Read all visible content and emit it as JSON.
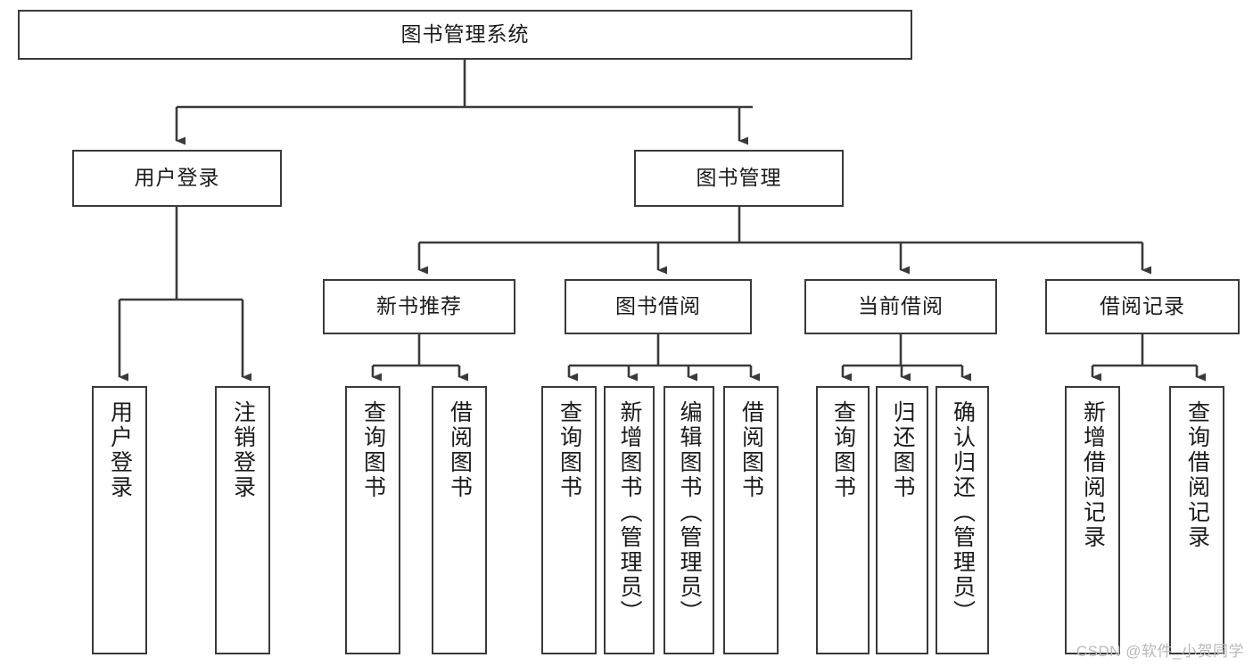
{
  "diagram": {
    "title": "图书管理系统",
    "type": "tree-hierarchy-chart",
    "colors": {
      "box_border": "#3a3a3a",
      "box_fill": "#ffffff",
      "connector": "#3a3a3a",
      "text": "#1b1b1b",
      "watermark": "#b9b9b9",
      "background": "#ffffff"
    },
    "root": {
      "id": "root",
      "label": "图书管理系统"
    },
    "level2": [
      {
        "id": "user-login",
        "label": "用户登录"
      },
      {
        "id": "book-management",
        "label": "图书管理"
      }
    ],
    "level3": [
      {
        "id": "new-book-recommend",
        "label": "新书推荐",
        "parent": "book-management"
      },
      {
        "id": "book-borrow",
        "label": "图书借阅",
        "parent": "book-management"
      },
      {
        "id": "current-borrow",
        "label": "当前借阅",
        "parent": "book-management"
      },
      {
        "id": "borrow-record",
        "label": "借阅记录",
        "parent": "book-management"
      }
    ],
    "leaves": [
      {
        "id": "leaf-user-login",
        "label": "用户登录",
        "parent": "user-login"
      },
      {
        "id": "leaf-logout-login",
        "label": "注销登录",
        "parent": "user-login"
      },
      {
        "id": "leaf-query-book-1",
        "label": "查询图书",
        "parent": "new-book-recommend"
      },
      {
        "id": "leaf-borrow-book-1",
        "label": "借阅图书",
        "parent": "new-book-recommend"
      },
      {
        "id": "leaf-query-book-2",
        "label": "查询图书",
        "parent": "book-borrow"
      },
      {
        "id": "leaf-add-book",
        "label": "新增图书（管理员）",
        "parent": "book-borrow"
      },
      {
        "id": "leaf-edit-book",
        "label": "编辑图书（管理员）",
        "parent": "book-borrow"
      },
      {
        "id": "leaf-borrow-book-2",
        "label": "借阅图书",
        "parent": "book-borrow"
      },
      {
        "id": "leaf-query-book-3",
        "label": "查询图书",
        "parent": "current-borrow"
      },
      {
        "id": "leaf-return-book",
        "label": "归还图书",
        "parent": "current-borrow"
      },
      {
        "id": "leaf-confirm-return",
        "label": "确认归还（管理员）",
        "parent": "current-borrow"
      },
      {
        "id": "leaf-add-record",
        "label": "新增借阅记录",
        "parent": "borrow-record"
      },
      {
        "id": "leaf-query-record",
        "label": "查询借阅记录",
        "parent": "borrow-record"
      }
    ],
    "watermark": "CSDN @软件_小贺同学"
  }
}
